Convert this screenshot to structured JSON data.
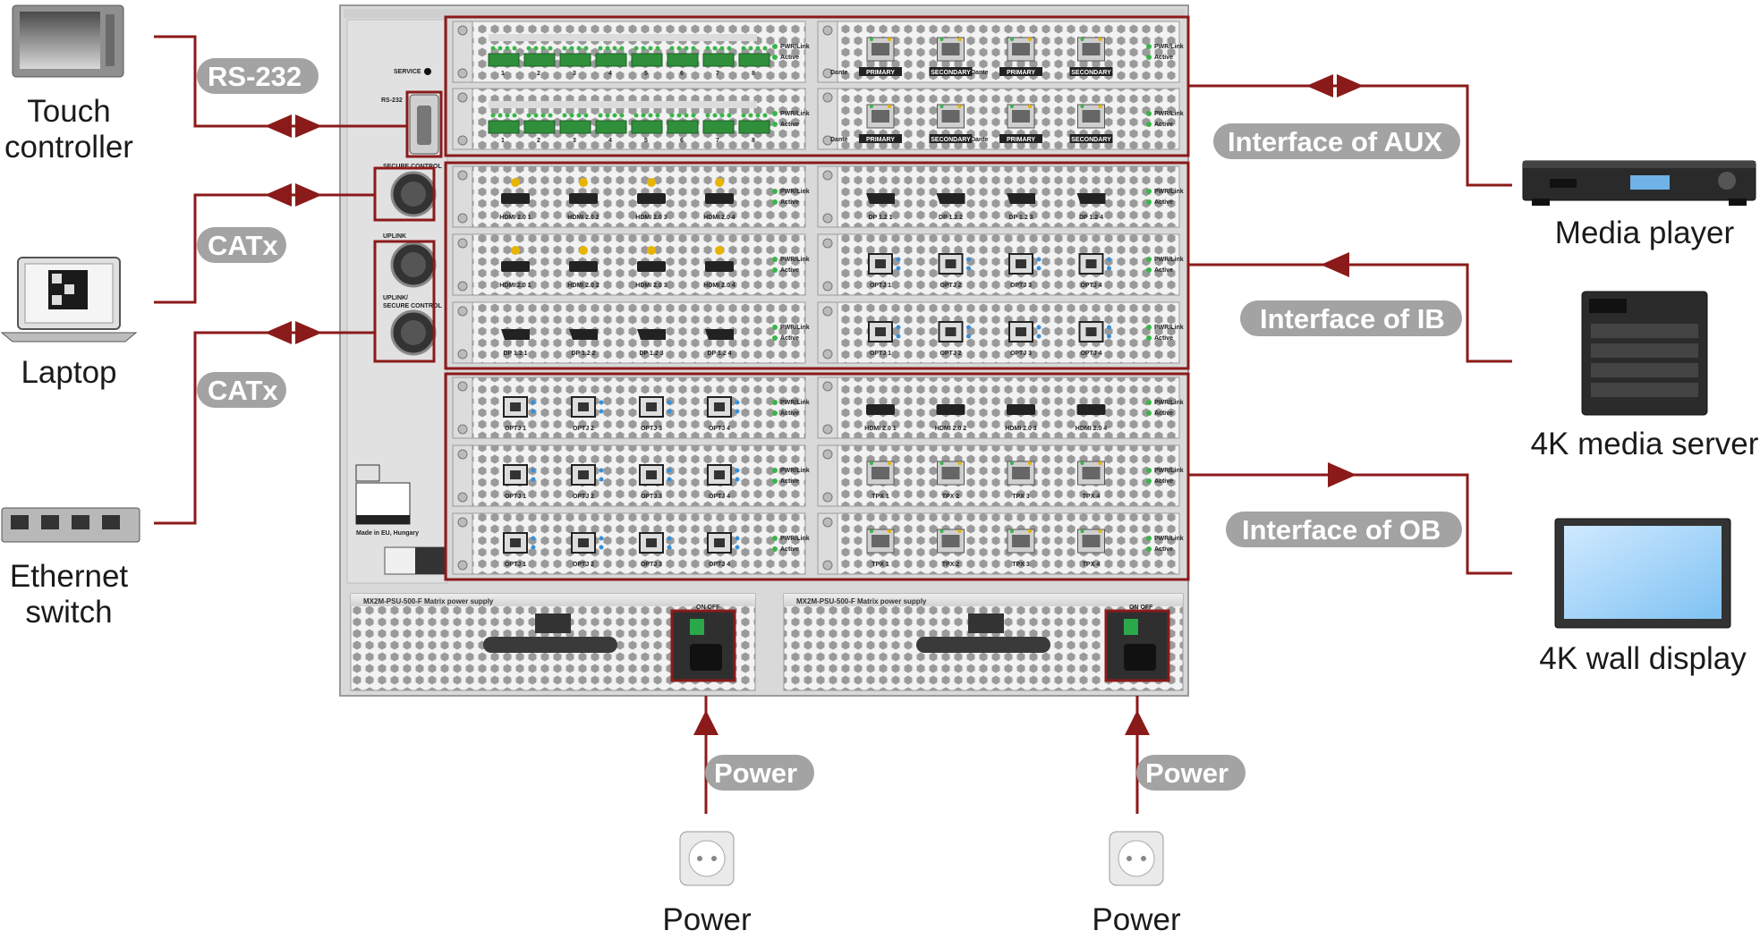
{
  "devices": {
    "touch_controller": [
      "Touch",
      "controller"
    ],
    "laptop": [
      "Laptop"
    ],
    "ethernet_switch": [
      "Ethernet",
      "switch"
    ],
    "media_player": [
      "Media player"
    ],
    "media_server": [
      "4K media server"
    ],
    "wall_display": [
      "4K wall display"
    ],
    "power_left": [
      "Power"
    ],
    "power_right": [
      "Power"
    ]
  },
  "connections": {
    "rs232": "RS-232",
    "catx_top": "CATx",
    "catx_bottom": "CATx",
    "aux": "Interface of AUX",
    "ib": "Interface of IB",
    "ob": "Interface of OB",
    "power_left": "Power",
    "power_right": "Power"
  },
  "frame_labels": {
    "service": "SERVICE",
    "rs232": "RS-232",
    "secure_control": "SECURE CONTROL",
    "uplink": "UPLINK",
    "uplink_secure": [
      "UPLINK/",
      "SECURE CONTROL"
    ],
    "made_in": "Made in EU, Hungary"
  },
  "ports": {
    "aux_numbers": [
      "1",
      "2",
      "3",
      "4",
      "5",
      "6",
      "7",
      "8"
    ],
    "dante": "Dante",
    "dante_primary": "PRIMARY",
    "dante_secondary": "SECONDARY",
    "hdmi": [
      "HDMI 2.0 1",
      "HDMI 2.0 2",
      "HDMI 2.0 3",
      "HDMI 2.0 4"
    ],
    "dp": [
      "DP 1.2 1",
      "DP 1.2 2",
      "DP 1.2 3",
      "DP 1.2 4"
    ],
    "optj": [
      "OPTJ 1",
      "OPTJ 2",
      "OPTJ 3",
      "OPTJ 4"
    ],
    "tpx": [
      "TPX 1",
      "TPX 2",
      "TPX 3",
      "TPX 4"
    ],
    "pwr_link": "PWR/Link",
    "active": "Active"
  },
  "psu": {
    "title": "MX2M-PSU-500-F   Matrix power supply",
    "switch": "ON  OFF"
  },
  "colors": {
    "accent": "#8b1a1a",
    "label_bg": "#a3a3a3",
    "chassis": "#d6d6d6",
    "card": "#e8e8e8"
  }
}
